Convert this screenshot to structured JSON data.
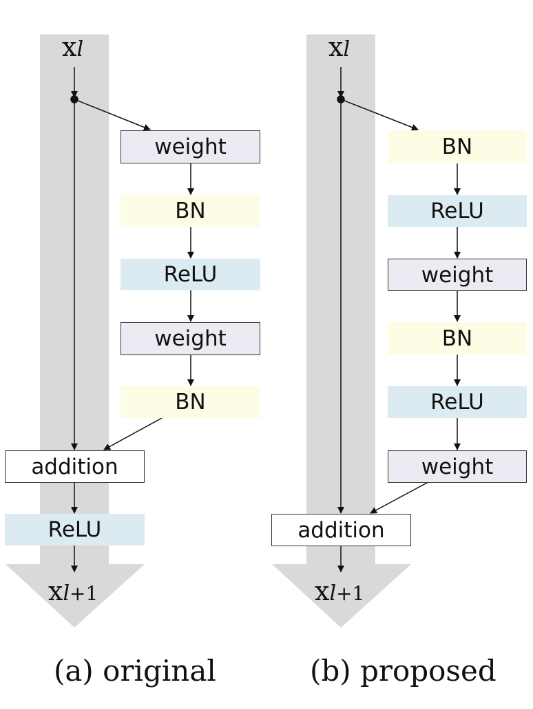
{
  "diagram_a": {
    "input_main": "x",
    "input_sub": "l",
    "output_main": "x",
    "output_sub": "l",
    "output_plus": "+1",
    "blocks": [
      "weight",
      "BN",
      "ReLU",
      "weight",
      "BN"
    ],
    "addition": "addition",
    "post_relu": "ReLU",
    "caption": "(a) original"
  },
  "diagram_b": {
    "input_main": "x",
    "input_sub": "l",
    "output_main": "x",
    "output_sub": "l",
    "output_plus": "+1",
    "blocks": [
      "BN",
      "ReLU",
      "weight",
      "BN",
      "ReLU",
      "weight"
    ],
    "addition": "addition",
    "caption": "(b) proposed"
  },
  "colors": {
    "highway": "#d9d9d9",
    "bn": "#fdfde6",
    "relu": "#dcebf1",
    "weight": "#ecebf3",
    "line": "#111111"
  }
}
